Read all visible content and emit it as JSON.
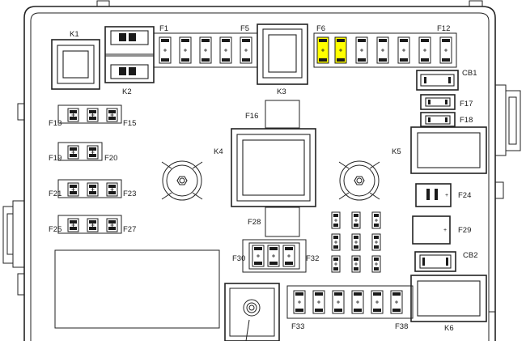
{
  "diagram": {
    "highlight_color": "#ffff00",
    "highlighted": [
      "F6",
      "F7"
    ],
    "labels": {
      "K1": "K1",
      "K2": "K2",
      "K3": "K3",
      "K4": "K4",
      "K5": "K5",
      "K6": "K6",
      "F1": "F1",
      "F5": "F5",
      "F6": "F6",
      "F12": "F12",
      "CB1": "CB1",
      "CB2": "CB2",
      "F13": "F13",
      "F15": "F15",
      "F16": "F16",
      "F17": "F17",
      "F18": "F18",
      "F19": "F19",
      "F20": "F20",
      "F21": "F21",
      "F23": "F23",
      "F24": "F24",
      "F25": "F25",
      "F27": "F27",
      "F28": "F28",
      "F29": "F29",
      "F30": "F30",
      "F32": "F32",
      "F33": "F33",
      "F38": "F38"
    }
  }
}
